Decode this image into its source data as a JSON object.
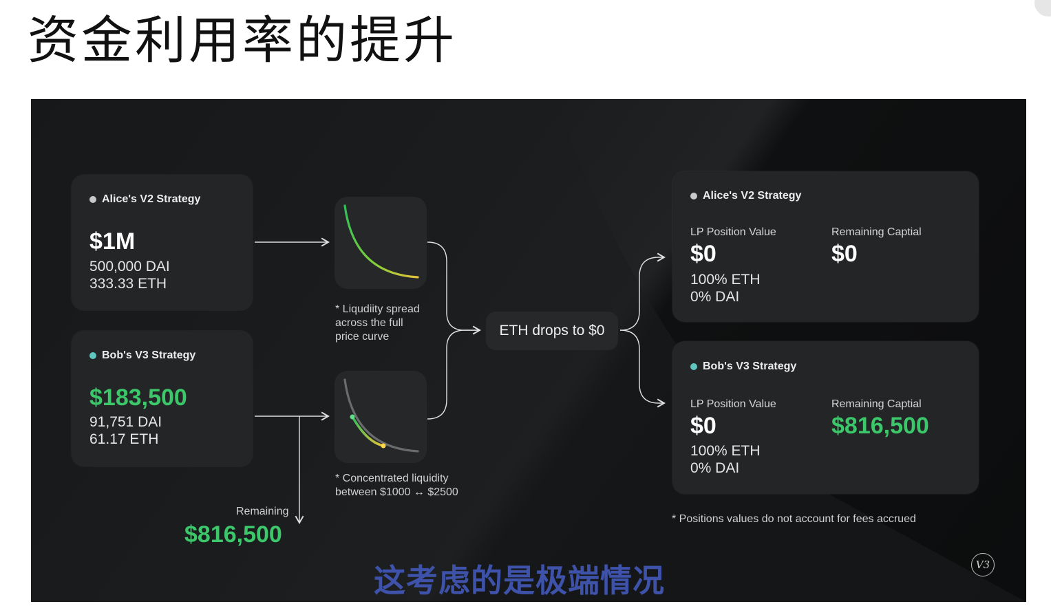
{
  "page": {
    "title": "资金利用率的提升"
  },
  "left_cards": {
    "alice": {
      "heading": "Alice's V2 Strategy",
      "amount": "$1M",
      "line1": "500,000 DAI",
      "line2": "333.33 ETH"
    },
    "bob": {
      "heading": "Bob's V3 Strategy",
      "amount": "$183,500",
      "line1": "91,751 DAI",
      "line2": "61.17 ETH"
    }
  },
  "curves": {
    "top_note": [
      "* Liqudiity spread",
      "across the full",
      "price curve"
    ],
    "bottom_note": [
      "* Concentrated liquidity",
      "between $1000 ↔ $2500"
    ]
  },
  "remaining": {
    "label": "Remaining",
    "value": "$816,500"
  },
  "event": {
    "label": "ETH drops to $0"
  },
  "right_cards": {
    "alice": {
      "heading": "Alice's V2 Strategy",
      "lp_label": "LP Position Value",
      "lp_value": "$0",
      "rc_label": "Remaining Captial",
      "rc_value": "$0",
      "line1": "100% ETH",
      "line2": "0% DAI"
    },
    "bob": {
      "heading": "Bob's V3 Strategy",
      "lp_label": "LP Position Value",
      "lp_value": "$0",
      "rc_label": "Remaining Captial",
      "rc_value": "$816,500",
      "line1": "100% ETH",
      "line2": "0% DAI"
    }
  },
  "footnote": "* Positions values do not account for fees accrued",
  "subtitle": "这考虑的是极端情况",
  "logo": "V3",
  "colors": {
    "accent_green": "#3cc76a",
    "v2_dot": "#c9c9c9",
    "v3_dot": "#5fc6c0",
    "subtitle_blue": "#3d52a8",
    "slide_bg": "#121314"
  }
}
